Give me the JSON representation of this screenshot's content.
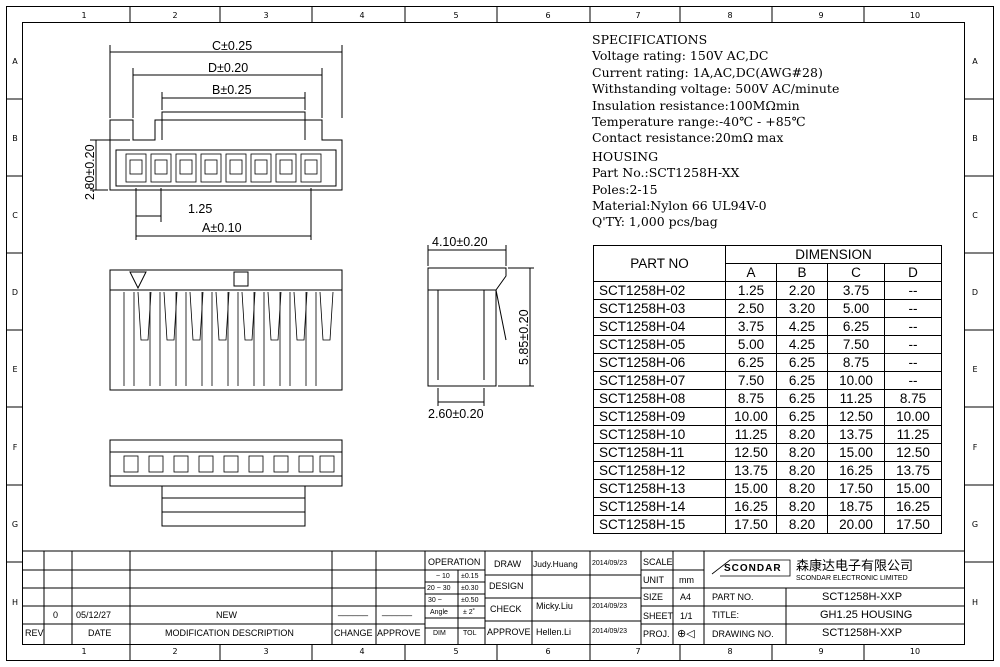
{
  "zones": {
    "columns": [
      "1",
      "2",
      "3",
      "4",
      "5",
      "6",
      "7",
      "8",
      "9",
      "10"
    ],
    "rows": [
      "A",
      "B",
      "C",
      "D",
      "E",
      "F",
      "G",
      "H"
    ]
  },
  "dimensions": {
    "c": "C±0.25",
    "d": "D±0.20",
    "b": "B±0.25",
    "h1": "2.80±0.20",
    "pitch": "1.25",
    "a": "A±0.10",
    "side_w": "4.10±0.20",
    "side_h": "5.85±0.20",
    "side_b": "2.60±0.20"
  },
  "specifications": {
    "title": "SPECIFICATIONS",
    "lines": [
      "Voltage rating: 150V AC,DC",
      "Current rating: 1A,AC,DC(AWG#28)",
      "Withstanding voltage: 500V AC/minute",
      "Insulation resistance:100MΩmin",
      "Temperature range:-40℃ - +85℃",
      "Contact resistance:20mΩ  max"
    ]
  },
  "housing": {
    "title": "HOUSING",
    "lines": [
      "Part No.:SCT1258H-XX",
      "Poles:2-15",
      "Material:Nylon 66 UL94V-0",
      "Q'TY:  1,000 pcs/bag"
    ]
  },
  "dim_table": {
    "part_no_header": "PART  NO",
    "dimension_header": "DIMENSION",
    "columns": [
      "A",
      "B",
      "C",
      "D"
    ],
    "rows": [
      [
        "SCT1258H-02",
        "1.25",
        "2.20",
        "3.75",
        "--"
      ],
      [
        "SCT1258H-03",
        "2.50",
        "3.20",
        "5.00",
        "--"
      ],
      [
        "SCT1258H-04",
        "3.75",
        "4.25",
        "6.25",
        "--"
      ],
      [
        "SCT1258H-05",
        "5.00",
        "4.25",
        "7.50",
        "--"
      ],
      [
        "SCT1258H-06",
        "6.25",
        "6.25",
        "8.75",
        "--"
      ],
      [
        "SCT1258H-07",
        "7.50",
        "6.25",
        "10.00",
        "--"
      ],
      [
        "SCT1258H-08",
        "8.75",
        "6.25",
        "11.25",
        "8.75"
      ],
      [
        "SCT1258H-09",
        "10.00",
        "6.25",
        "12.50",
        "10.00"
      ],
      [
        "SCT1258H-10",
        "11.25",
        "8.20",
        "13.75",
        "11.25"
      ],
      [
        "SCT1258H-11",
        "12.50",
        "8.20",
        "15.00",
        "12.50"
      ],
      [
        "SCT1258H-12",
        "13.75",
        "8.20",
        "16.25",
        "13.75"
      ],
      [
        "SCT1258H-13",
        "15.00",
        "8.20",
        "17.50",
        "15.00"
      ],
      [
        "SCT1258H-14",
        "16.25",
        "8.20",
        "18.75",
        "16.25"
      ],
      [
        "SCT1258H-15",
        "17.50",
        "8.20",
        "20.00",
        "17.50"
      ]
    ]
  },
  "title_block": {
    "rev_row": {
      "rev": "0",
      "date": "05/12/27",
      "desc": "NEW",
      "change": "______",
      "approve": "______"
    },
    "headers": {
      "rev": "REV",
      "date": "DATE",
      "desc": "MODIFICATION  DESCRIPTION",
      "change": "CHANGE",
      "approve": "APPROVE"
    },
    "tolerance": {
      "title": "OPERATION",
      "rows": [
        [
          "~ 10",
          "±0.15"
        ],
        [
          "20 ~ 30",
          "±0.30"
        ],
        [
          "30 ~",
          "±0.50"
        ],
        [
          "Angle",
          "± 2˚"
        ]
      ],
      "dim": "DIM",
      "tol": "TOL"
    },
    "roles": [
      {
        "label": "DRAW",
        "name": "Judy.Huang",
        "date": "2014/09/23"
      },
      {
        "label": "DESIGN",
        "name": "",
        "date": ""
      },
      {
        "label": "CHECK",
        "name": "Micky.Liu",
        "date": "2014/09/23"
      },
      {
        "label": "APPROVE",
        "name": "Hellen.Li",
        "date": "2014/09/23"
      }
    ],
    "scale_label": "SCALE",
    "unit_label": "UNIT",
    "unit": "mm",
    "size_label": "SIZE",
    "size": "A4",
    "sheet_label": "SHEET",
    "sheet": "1/1",
    "proj_label": "PROJ.",
    "proj": "⊕◁",
    "company_logo": "SCONDAR",
    "company_cn": "森康达电子有限公司",
    "company_en": "SCONDAR  ELECTRONIC  LIMITED",
    "part_no_label": "PART  NO.",
    "part_no": "SCT1258H-XXP",
    "title_label": "TITLE:",
    "title": "GH1.25  HOUSING",
    "drawing_no_label": "DRAWING  NO.",
    "drawing_no": "SCT1258H-XXP"
  }
}
